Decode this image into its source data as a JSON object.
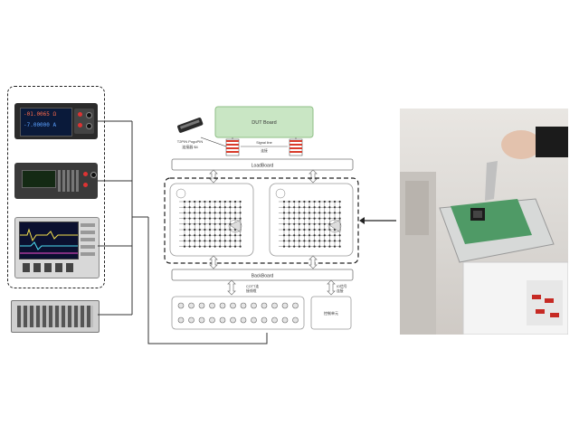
{
  "labels": {
    "dut_board": "DUT Board",
    "load_board": "LoadBoard",
    "back_board": "BackBoard",
    "pogo_label_line1": "T2PIN PogoPIN",
    "pogo_label_line2": "连接器 $4",
    "signal_label_line1": "Signal line",
    "signal_label_line2": "连接",
    "coax_label_line1": "COTT连",
    "coax_label_line2": "接线缆",
    "relay_label_line1": "IO信号",
    "relay_label_line2": "连接",
    "control_unit": "控制单元",
    "instr_1_line1": "-01.0065 Ω",
    "instr_1_line2": "-7.00000 A"
  },
  "colors": {
    "dut_board_fill": "#c9e6c4",
    "connector_red": "#d93b2b",
    "line_dark": "#333333",
    "dashed_border": "#222222"
  }
}
